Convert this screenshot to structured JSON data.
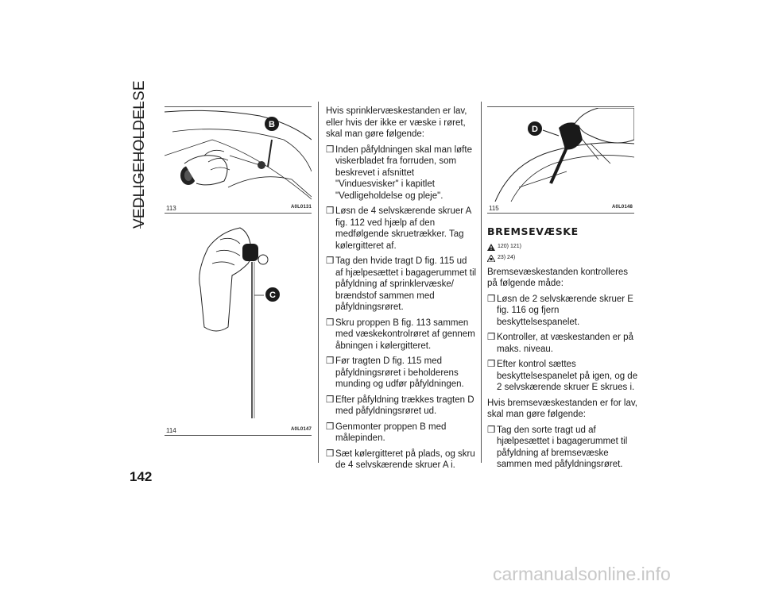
{
  "section_title": "VEDLIGEHOLDELSE",
  "page_number": "142",
  "watermark": "carmanualsonline.info",
  "figures": {
    "fig113": {
      "number": "113",
      "code": "A0L0131",
      "callout": "B"
    },
    "fig114": {
      "number": "114",
      "code": "A0L0147",
      "callout": "C"
    },
    "fig115": {
      "number": "115",
      "code": "A0L0148",
      "callout": "D"
    }
  },
  "bullet_glyph": "❒",
  "middle_column": {
    "intro": "Hvis sprinklervæskestanden er lav, eller hvis der ikke er væske i røret, skal man gøre følgende:",
    "steps": [
      "Inden påfyldningen skal man løfte viskerbladet fra forruden, som beskrevet i afsnittet \"Vinduesvisker\" i kapitlet \"Vedligeholdelse og pleje\".",
      "Løsn de 4 selvskærende skruer A fig. 112 ved hjælp af den medfølgende skruetrækker. Tag kølergitteret af.",
      "Tag den hvide tragt D fig. 115 ud af hjælpesættet i bagagerummet til påfyldning af sprinklervæske/ brændstof sammen med påfyldningsrøret.",
      "Skru proppen B fig. 113 sammen med væskekontrolrøret af gennem åbningen i kølergitteret.",
      "Før tragten D fig. 115 med påfyldningsrøret i beholderens munding og udfør påfyldningen.",
      "Efter påfyldning trækkes tragten D med påfyldningsrøret ud.",
      "Genmonter proppen B med målepinden.",
      "Sæt kølergitteret på plads, og skru de 4 selvskærende skruer A i."
    ]
  },
  "right_column": {
    "heading": "BREMSEVÆSKE",
    "warnings": [
      {
        "icon": "warning-triangle-icon",
        "text": "120) 121)"
      },
      {
        "icon": "warning-hand-icon",
        "text": "23) 24)"
      }
    ],
    "intro": "Bremsevæskestanden kontrolleres på følgende måde:",
    "steps": [
      "Løsn de 2 selvskærende skruer E fig. 116 og fjern beskyttelsespanelet.",
      "Kontroller, at væskestanden er på maks. niveau.",
      "Efter kontrol sættes beskyttelsespanelet på igen, og de 2 selvskærende skruer E skrues i."
    ],
    "intro2": "Hvis bremsevæskestanden er for lav, skal man gøre følgende:",
    "steps2": [
      "Tag den sorte tragt ud af hjælpesættet i bagagerummet til påfyldning af bremsevæske sammen med påfyldningsrøret."
    ]
  }
}
